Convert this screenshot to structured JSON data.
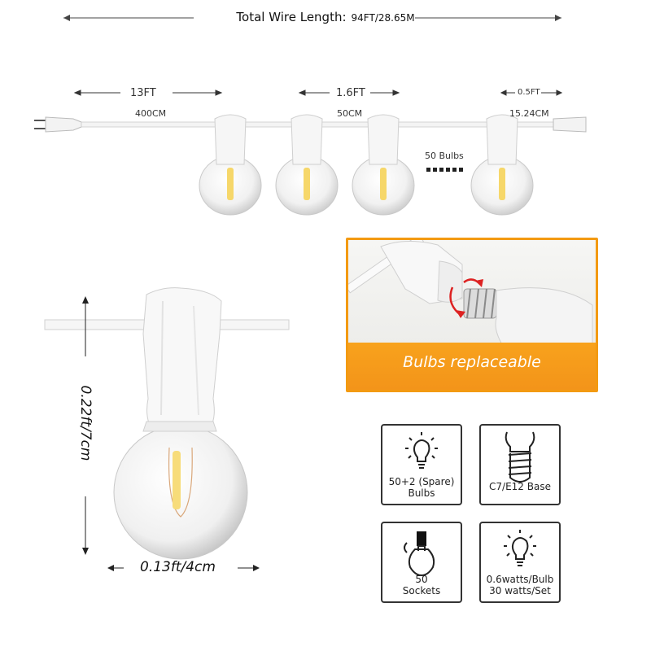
{
  "header": {
    "label": "Total Wire Length:",
    "value": "94FT/28.65M"
  },
  "spacing": {
    "lead": {
      "ft": "13FT",
      "cm": "400CM"
    },
    "between": {
      "ft": "1.6FT",
      "cm": "50CM"
    },
    "end": {
      "ft": "0.5FT",
      "cm": "15.24CM"
    },
    "bulb_count": "50 Bulbs"
  },
  "bulb_dims": {
    "height": "0.22ft/7cm",
    "width": "0.13ft/4cm"
  },
  "banner": {
    "text": "Bulbs replaceable",
    "color": "#f39a12"
  },
  "features": [
    {
      "line1": "50+2 (Spare)",
      "line2": "Bulbs",
      "icon": "bulb-glow-icon"
    },
    {
      "line1": "C7/E12 Base",
      "line2": "",
      "icon": "screw-base-icon"
    },
    {
      "line1": "50",
      "line2": "Sockets",
      "icon": "socket-bulb-icon"
    },
    {
      "line1": "0.6watts/Bulb",
      "line2": "30 watts/Set",
      "icon": "bulb-glow-icon"
    }
  ]
}
